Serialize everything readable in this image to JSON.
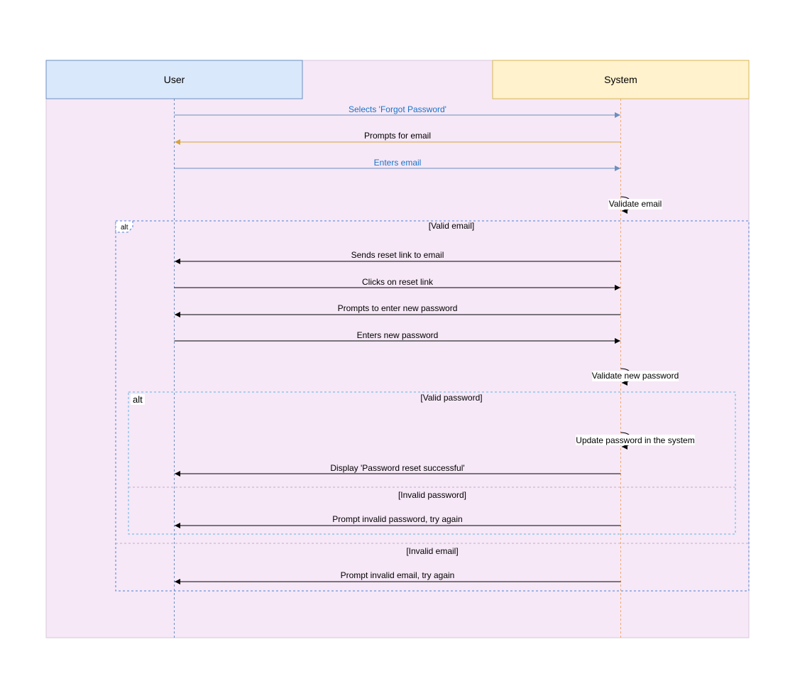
{
  "colors": {
    "background_panel": "#f6e8f7",
    "user_box_fill": "#dae8fc",
    "user_box_stroke": "#6c8ebf",
    "system_box_fill": "#fff2cc",
    "system_box_stroke": "#d6b656",
    "user_lifeline": "#6c8ebf",
    "system_lifeline": "#f0a868",
    "blue_message": "#6c8ebf",
    "blue_message_text": "#1a73c7",
    "orange_message": "#d6a23a",
    "black": "#000000",
    "outer_alt_border": "#4a7fd6",
    "inner_alt_border": "#5fb4e6"
  },
  "participants": {
    "user": "User",
    "system": "System"
  },
  "messages": {
    "m1": "Selects 'Forgot Password'",
    "m2": "Prompts for email",
    "m3": "Enters email",
    "m4": "Validate email",
    "m5": "Sends reset link to email",
    "m6": "Clicks on reset link",
    "m7": "Prompts to enter new password",
    "m8": "Enters new password",
    "m9": "Validate new password",
    "m10": "Update password in the system",
    "m11": "Display 'Password reset successful'",
    "m12": "Prompt invalid password, try again",
    "m13": "Prompt invalid email, try again"
  },
  "fragments": {
    "outer_alt": {
      "label": "alt",
      "guard_1": "[Valid email]",
      "guard_2": "[Invalid email]"
    },
    "inner_alt": {
      "label": "alt",
      "guard_1": "[Valid password]",
      "guard_2": "[Invalid password]"
    }
  }
}
